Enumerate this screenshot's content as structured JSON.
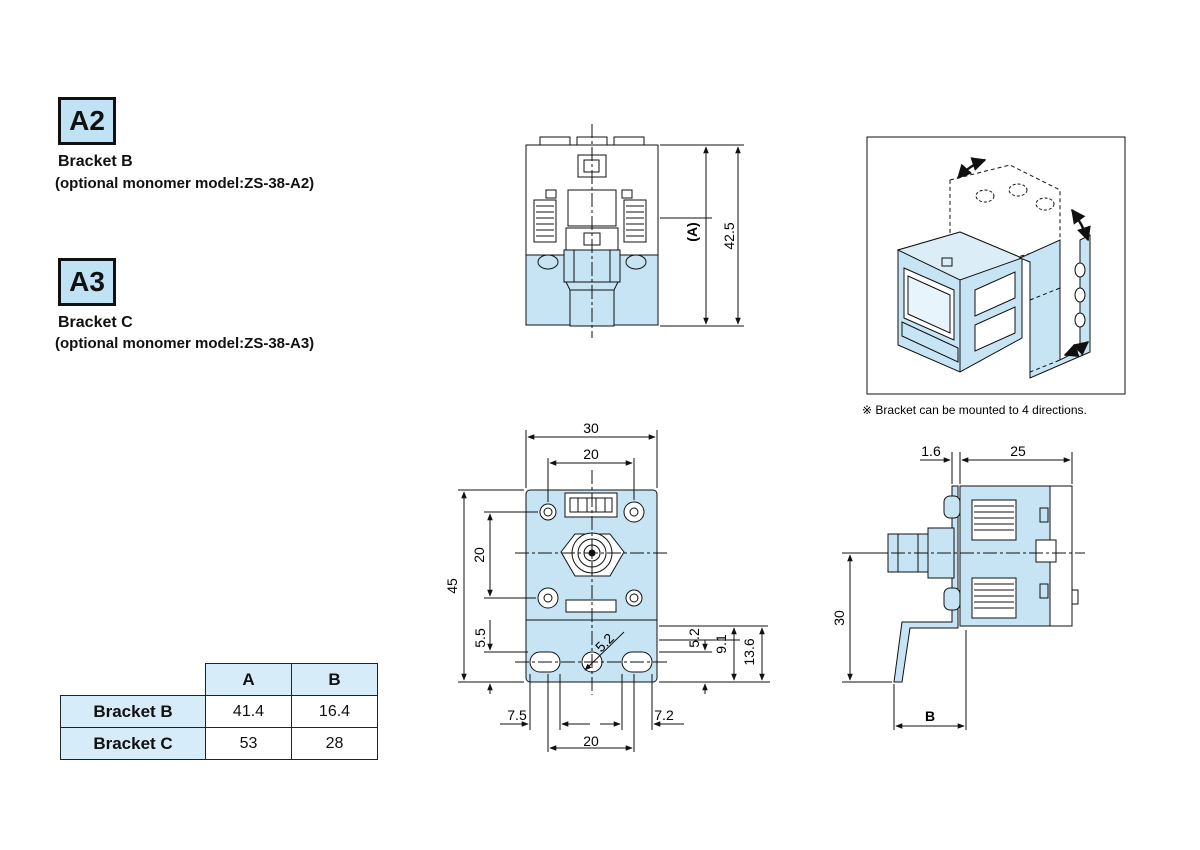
{
  "options": [
    {
      "code": "A2",
      "title": "Bracket B",
      "subtitle": "(optional monomer model:ZS-38-A2)"
    },
    {
      "code": "A3",
      "title": "Bracket C",
      "subtitle": "(optional monomer model:ZS-38-A3)"
    }
  ],
  "table": {
    "columns": [
      "A",
      "B"
    ],
    "rows": [
      {
        "label": "Bracket B",
        "a": "41.4",
        "b": "16.4"
      },
      {
        "label": "Bracket C",
        "a": "53",
        "b": "28"
      }
    ]
  },
  "note": "※ Bracket can be mounted to 4 directions.",
  "dims": {
    "top_view": {
      "height_a": "(A)",
      "height_total": "42.5"
    },
    "front_view": {
      "width_outer": "30",
      "width_holes_top": "20",
      "hole_vertical": "20",
      "height_total": "45",
      "bottom_left": "5.5",
      "slot_dia": "5.2",
      "right_52": "5.2",
      "right_91": "9.1",
      "right_136": "13.6",
      "bottom_75": "7.5",
      "bottom_72": "7.2",
      "bottom_20": "20"
    },
    "side_view": {
      "thickness": "1.6",
      "depth": "25",
      "height": "30",
      "offset_b": "B"
    }
  },
  "colors": {
    "part_fill": "#c7e4f5",
    "badge_fill": "#bfe3f5",
    "line": "#111111"
  }
}
